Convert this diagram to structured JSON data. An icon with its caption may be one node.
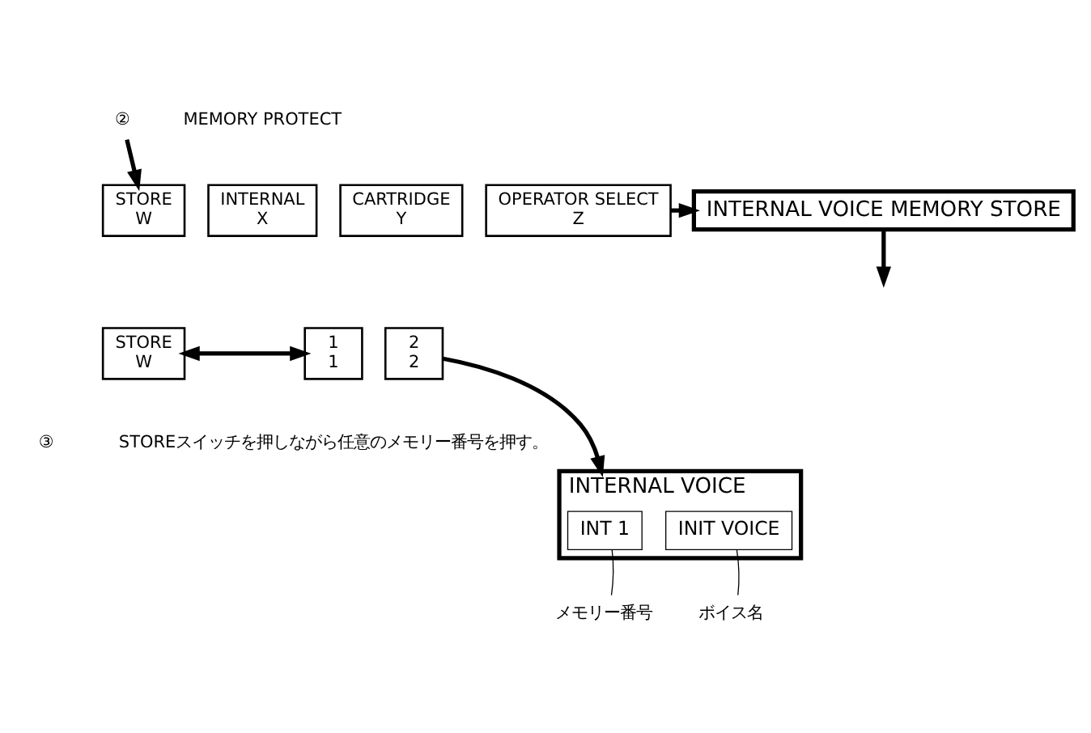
{
  "diagram": {
    "nodes": [
      {
        "text": [
          "STORE",
          "W"
        ]
      },
      {
        "text": [
          "INTERNAL",
          "X"
        ]
      },
      {
        "text": [
          "CARTRIDGE",
          "Y"
        ]
      },
      {
        "text": [
          "OPERATOR SELECT",
          "Z"
        ]
      },
      {
        "text": [
          "INTERNAL VOICE MEMORY STORE"
        ]
      },
      {
        "text": [
          "②"
        ]
      },
      {
        "text": [
          "STORE",
          "W"
        ]
      },
      {
        "text": [
          "1",
          "1"
        ]
      },
      {
        "text": [
          "2",
          "2"
        ]
      },
      {
        "text": [
          "INTERNAL VOICE"
        ]
      },
      {
        "text": [
          "INT 1"
        ],
        "in": 9
      },
      {
        "text": [
          "INIT VOICE"
        ],
        "in": 9
      },
      {
        "text": [
          "ボイス名"
        ]
      },
      {
        "text": [
          "メモリー番号"
        ]
      }
    ],
    "edges": [
      {
        "from": 3,
        "to": 4,
        "arrow": "to"
      },
      {
        "from": 5,
        "to": 0,
        "arrow": "to"
      },
      {
        "from": 4,
        "to": null,
        "arrow": "to"
      },
      {
        "from": 8,
        "to": 9,
        "arrow": "to"
      },
      {
        "from": 6,
        "to": 7,
        "arrow": "both"
      },
      {
        "from": 12,
        "to": 11,
        "arrow": "none"
      },
      {
        "from": 13,
        "to": 10,
        "arrow": "none"
      }
    ],
    "labels": [
      "MEMORY PROTECT",
      "③",
      "STOREスイッチを押しながら任意のメモリー番号を押す。"
    ]
  }
}
